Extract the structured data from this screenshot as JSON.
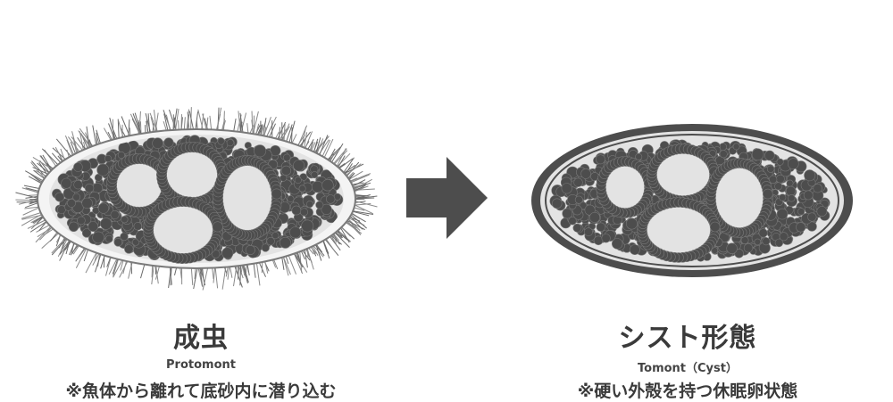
{
  "stages": [
    {
      "title": "成虫",
      "subtitle": "Protomont",
      "note": "※魚体から離れて底砂内に潜り込む"
    },
    {
      "title": "シスト形態",
      "subtitle": "Tomont（Cyst）",
      "note": "※硬い外殻を持つ休眠卵状態"
    }
  ],
  "colors": {
    "dark": "#4d4d4d",
    "body_fill": "#e3e3e3",
    "arrow": "#4d4d4d",
    "text": "#3a3a3a"
  }
}
